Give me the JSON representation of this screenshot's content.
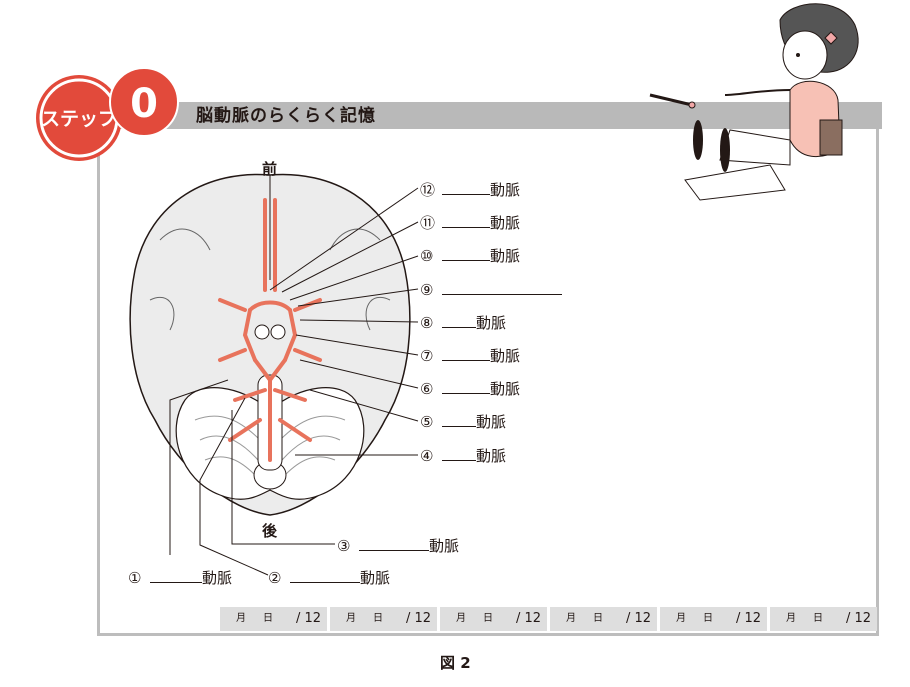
{
  "header": {
    "step_label": "ステップ",
    "step_number": "0",
    "title": "脳動脈のらくらく記憶"
  },
  "brain": {
    "anterior_label": "前",
    "posterior_label": "後"
  },
  "labels": [
    {
      "num": "⑫",
      "suffix": "動脈"
    },
    {
      "num": "⑪",
      "suffix": "動脈"
    },
    {
      "num": "⑩",
      "suffix": "動脈"
    },
    {
      "num": "⑨",
      "suffix": ""
    },
    {
      "num": "⑧",
      "suffix": "動脈"
    },
    {
      "num": "⑦",
      "suffix": "動脈"
    },
    {
      "num": "⑥",
      "suffix": "動脈"
    },
    {
      "num": "⑤",
      "suffix": "動脈"
    },
    {
      "num": "④",
      "suffix": "動脈"
    },
    {
      "num": "③",
      "suffix": "動脈"
    },
    {
      "num": "①",
      "suffix": "動脈"
    },
    {
      "num": "②",
      "suffix": "動脈"
    }
  ],
  "score": {
    "month": "月",
    "day": "日",
    "total": "/ 12"
  },
  "figure_caption": "図 2",
  "colors": {
    "accent_red": "#e24a3b",
    "artery": "#e8735c",
    "header_gray": "#b9b9b9"
  }
}
